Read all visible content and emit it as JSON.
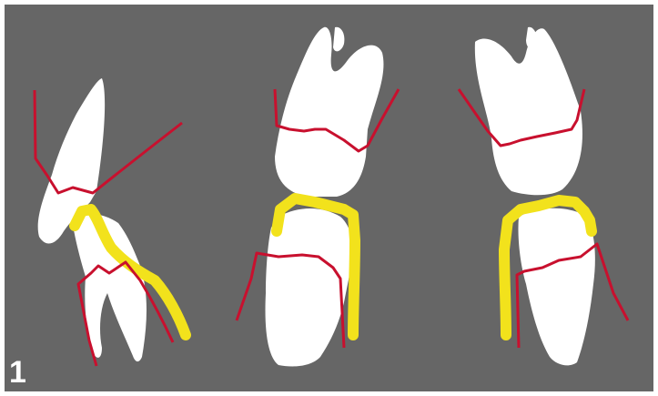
{
  "figure": {
    "number": "1",
    "colors": {
      "background": "#666666",
      "border": "#ffffff",
      "tooth": "#ffffff",
      "cej_line": "#c8102e",
      "occlusal_highlight": "#f2e21c"
    },
    "panels": [
      {
        "name": "left-tooth-pair"
      },
      {
        "name": "middle-tooth-pair"
      },
      {
        "name": "right-tooth-pair"
      }
    ]
  }
}
